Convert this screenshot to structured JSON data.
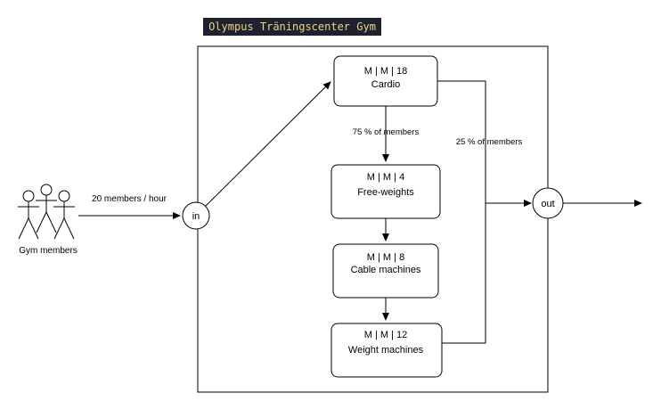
{
  "title": "Olympus Träningscenter Gym",
  "actor": {
    "label": "Gym members",
    "icon": "stick-figure-group-icon"
  },
  "arrival": {
    "label": "20 members / hour"
  },
  "nodes": {
    "in": "in",
    "out": "out"
  },
  "stations": [
    {
      "id": "cardio",
      "model": "M | M | 18",
      "name": "Cardio"
    },
    {
      "id": "free-weights",
      "model": "M | M | 4",
      "name": "Free-weights"
    },
    {
      "id": "cable-machines",
      "model": "M | M | 8",
      "name": "Cable machines"
    },
    {
      "id": "weight-machines",
      "model": "M | M | 12",
      "name": "Weight machines"
    }
  ],
  "routing": {
    "to_free_weights": "75 % of members",
    "to_out": "25 % of members"
  },
  "colors": {
    "title_bg": "#1e2230",
    "title_text": "#f4d27a",
    "stroke": "#000000",
    "background": "#ffffff"
  }
}
